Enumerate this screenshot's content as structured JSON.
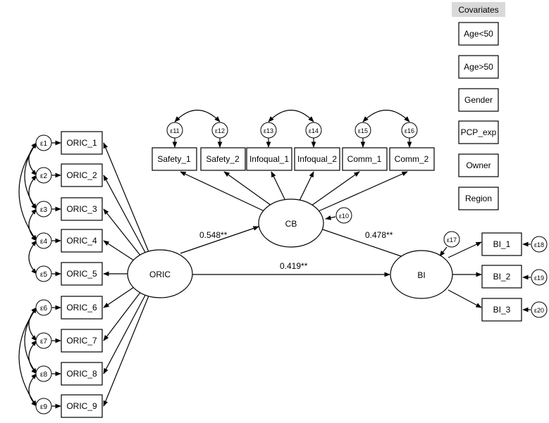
{
  "covariates": {
    "header": "Covariates",
    "items": [
      "Age<50",
      "Age>50",
      "Gender",
      "PCP_exp",
      "Owner",
      "Region"
    ]
  },
  "latents": {
    "oric": "ORIC",
    "cb": "CB",
    "bi": "BI"
  },
  "oric_items": [
    "ORIC_1",
    "ORIC_2",
    "ORIC_3",
    "ORIC_4",
    "ORIC_5",
    "ORIC_6",
    "ORIC_7",
    "ORIC_8",
    "ORIC_9"
  ],
  "oric_errors": [
    "ε1",
    "ε2",
    "ε3",
    "ε4",
    "ε5",
    "ε6",
    "ε7",
    "ε8",
    "ε9"
  ],
  "cb_items": [
    "Safety_1",
    "Safety_2",
    "Infoqual_1",
    "Infoqual_2",
    "Comm_1",
    "Comm_2"
  ],
  "cb_errors": [
    "ε11",
    "ε12",
    "ε13",
    "ε14",
    "ε15",
    "ε16"
  ],
  "bi_items": [
    "BI_1",
    "BI_2",
    "BI_3"
  ],
  "bi_errors": [
    "ε18",
    "ε19",
    "ε20"
  ],
  "latent_errors": {
    "cb": "ε10",
    "bi": "ε17"
  },
  "paths": {
    "oric_cb": "0.548**",
    "cb_bi": "0.478**",
    "oric_bi": "0.419**"
  }
}
